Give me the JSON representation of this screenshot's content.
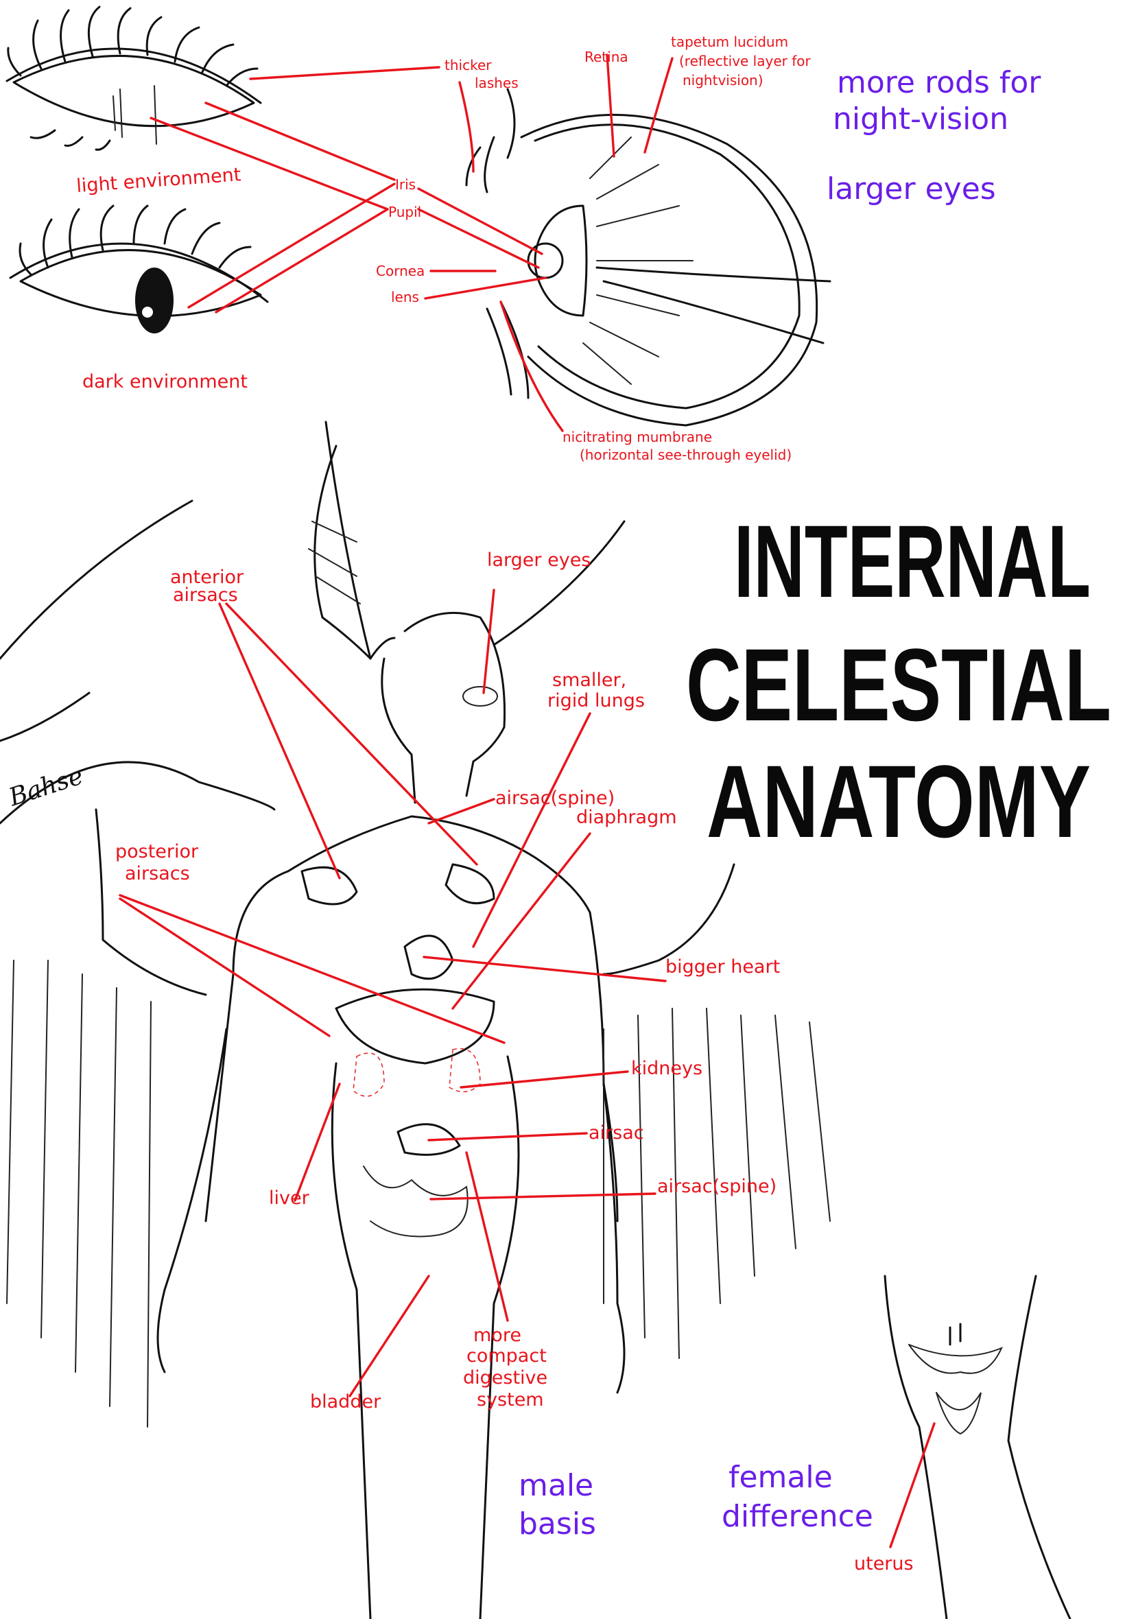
{
  "title": {
    "line1": "INTERNAL",
    "line2": "CELESTIAL",
    "line3": "ANATOMY"
  },
  "signature": "Bahse",
  "eye_section": {
    "light_environment": "light environment",
    "dark_environment": "dark environment",
    "thicker_lashes": [
      "thicker",
      "lashes"
    ],
    "retina": "Retina",
    "tapetum": [
      "tapetum lucidum",
      "(reflective layer for",
      "nightvision)"
    ],
    "iris": "Iris",
    "pupil": "Pupil",
    "cornea": "Cornea",
    "lens": "lens",
    "nictitating": [
      "nicitrating mumbrane",
      "(horizontal see-through eyelid)"
    ]
  },
  "notes": {
    "more_rods": [
      "more rods for",
      "night-vision"
    ],
    "larger_eyes": "larger eyes",
    "male_basis": [
      "male",
      "basis"
    ],
    "female_difference": [
      "female",
      "difference"
    ]
  },
  "body_labels": {
    "anterior_airsacs": [
      "anterior",
      "airsacs"
    ],
    "larger_eyes": "larger eyes",
    "smaller_lungs": [
      "smaller,",
      "rigid lungs"
    ],
    "airsac_spine_top": "airsac(spine)",
    "diaphragm": "diaphragm",
    "posterior_airsacs": [
      "posterior",
      "airsacs"
    ],
    "bigger_heart": "bigger heart",
    "kidneys": "kidneys",
    "airsac": "airsac",
    "airsac_spine_bottom": "airsac(spine)",
    "liver": "liver",
    "bladder": "bladder",
    "digestive": [
      "more",
      "compact",
      "digestive",
      "system"
    ],
    "uterus": "uterus"
  },
  "colors": {
    "label_red": "#e8141c",
    "note_purple": "#6a1ee8",
    "ink": "#111111"
  }
}
